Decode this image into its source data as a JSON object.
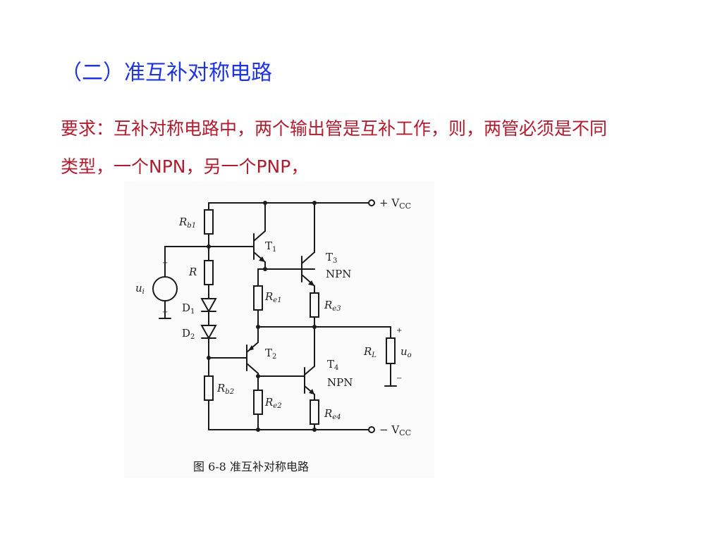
{
  "slide": {
    "title": "（二）准互补对称电路",
    "requirement_line1": "要求：互补对称电路中，两个输出管是互补工作，则，两管必须是不同",
    "requirement_line2": "类型，一个NPN，另一个PNP，"
  },
  "colors": {
    "title": "#1f35e0",
    "requirement": "#b01c2e",
    "circuit": "#1a1a1a"
  },
  "circuit": {
    "vcc_pos": "+ V",
    "vcc_neg": "− V",
    "vcc_sub": "CC",
    "rb1": "R",
    "rb1_sub": "b1",
    "r": "R",
    "d1": "D",
    "d1_sub": "1",
    "d2": "D",
    "d2_sub": "2",
    "rb2": "R",
    "rb2_sub": "b2",
    "t1": "T",
    "t1_sub": "1",
    "t2": "T",
    "t2_sub": "2",
    "t3": "T",
    "t3_sub": "3",
    "t3_type": "NPN",
    "t4": "T",
    "t4_sub": "4",
    "t4_type": "NPN",
    "re1": "R",
    "re1_sub": "e1",
    "re3": "R",
    "re3_sub": "e3",
    "re2": "R",
    "re2_sub": "e2",
    "re4": "R",
    "re4_sub": "e4",
    "rl": "R",
    "rl_sub": "L",
    "ui": "u",
    "ui_sub": "i",
    "uo": "u",
    "uo_sub": "o",
    "plus": "+",
    "minus": "−",
    "caption": "图 6-8    准互补对称电路"
  }
}
